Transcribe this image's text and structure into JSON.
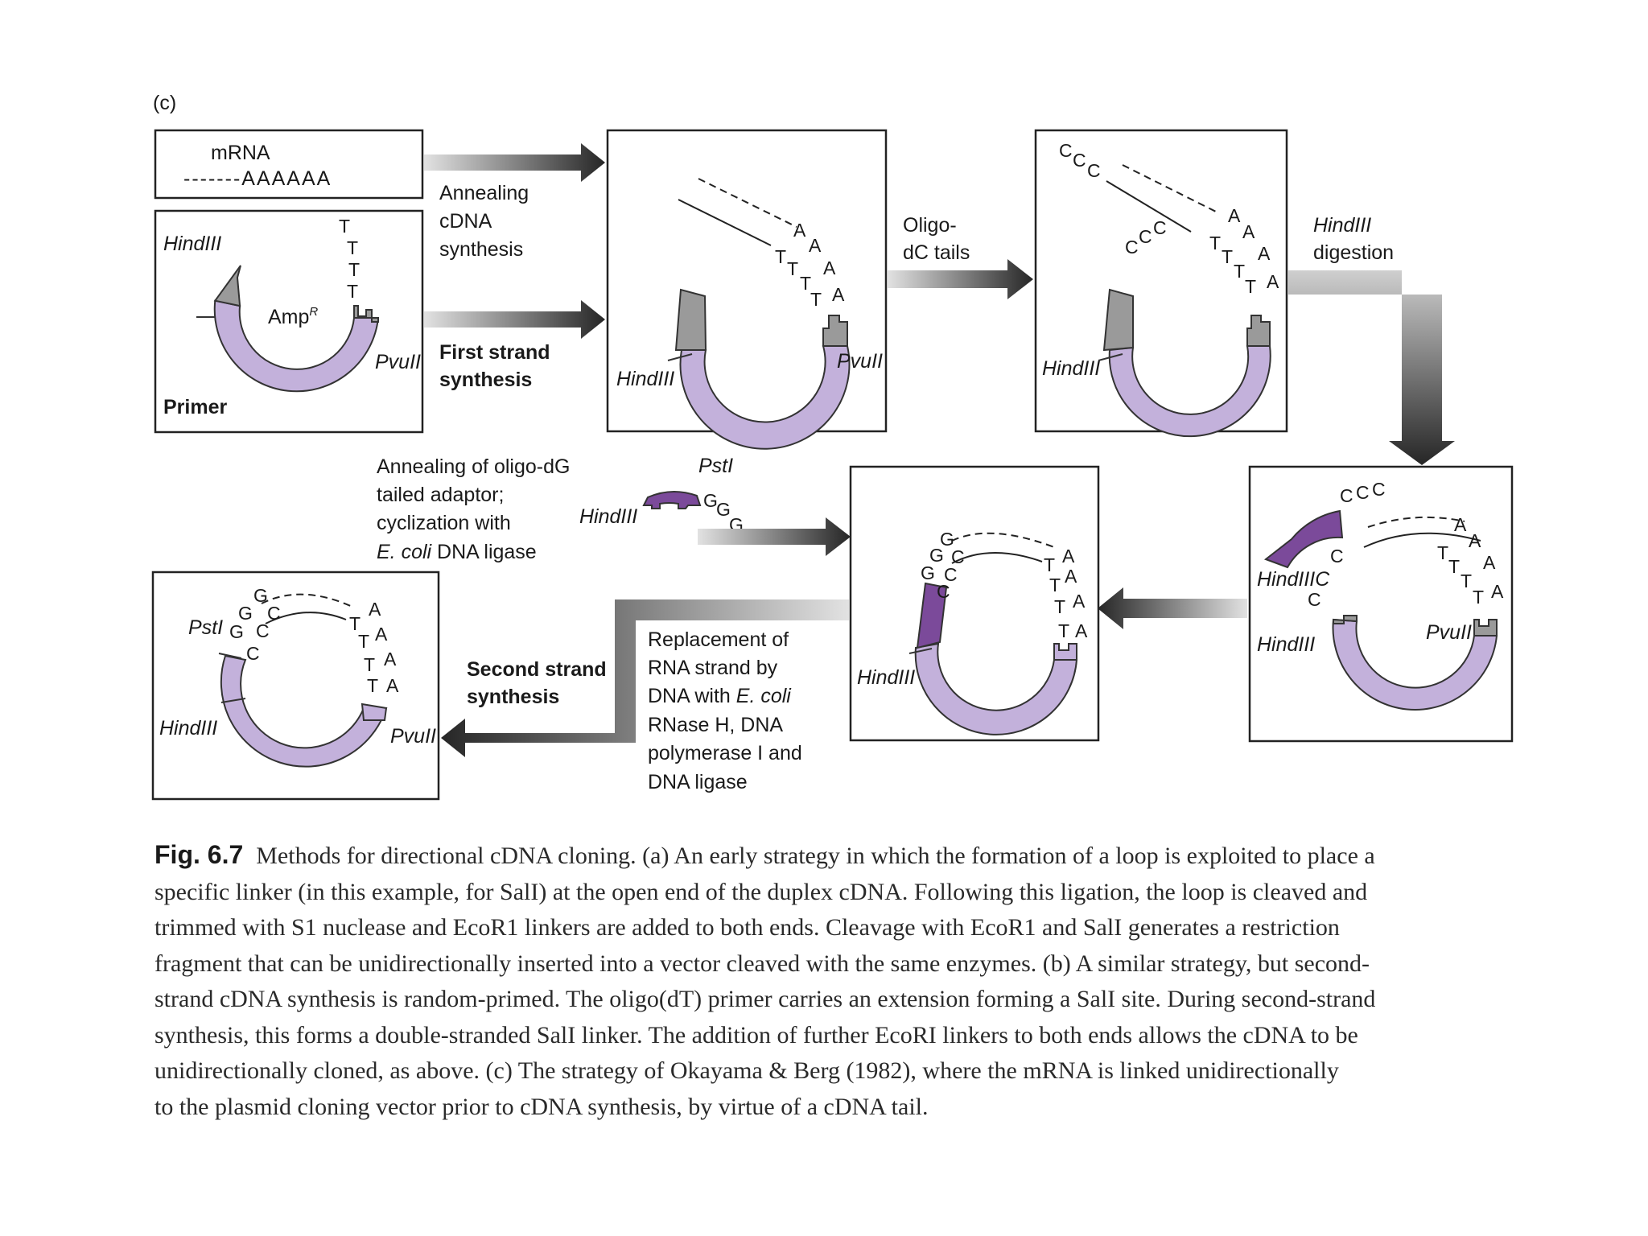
{
  "panel_label": "(c)",
  "labels": {
    "mrna": "mRNA",
    "poly_a": "-------AAAAAA",
    "hindiii": "HindIII",
    "pvuii": "PvuII",
    "psti": "PstI",
    "ampr": "Amp",
    "ampr_sup": "R",
    "primer": "Primer",
    "hindiiic": "HindIIIC"
  },
  "steps": {
    "annealing_1": "Annealing",
    "annealing_2": "cDNA",
    "annealing_3": "synthesis",
    "first_1": "First strand",
    "first_2": "synthesis",
    "oligo_1": "Oligo-",
    "oligo_2": "dC tails",
    "hind_1": "HindIII",
    "hind_2": "digestion",
    "adaptor_1": "Annealing of oligo-dG",
    "adaptor_2": "tailed adaptor;",
    "adaptor_3": "cyclization with",
    "adaptor_4": "E. coli",
    "adaptor_4b": " DNA ligase",
    "replace_1": "Replacement of",
    "replace_2": "RNA strand by",
    "replace_3": "DNA with ",
    "replace_3b": "E. coli",
    "replace_4": "RNase H, DNA",
    "replace_5": "polymerase I and",
    "replace_6": "DNA ligase",
    "second_1": "Second strand",
    "second_2": "synthesis"
  },
  "nucleotides": {
    "T": "T",
    "A": "A",
    "C": "C",
    "G": "G"
  },
  "colors": {
    "vector": "#c3b1db",
    "gray": "#9a9a9a",
    "adaptor": "#7b4a9a",
    "arrow_dark": "#2a2a2a",
    "arrow_light": "#dcdcdc"
  },
  "caption": {
    "fig_number": "Fig. 6.7",
    "lines": [
      "Methods for directional cDNA cloning. (a) An early strategy in which the formation of a loop is exploited to place a",
      "specific linker (in this example, for SalI) at the open end of the duplex cDNA. Following this ligation, the loop is cleaved and",
      "trimmed with S1 nuclease and EcoR1 linkers are added to both ends. Cleavage with EcoR1 and SalI generates a restriction",
      "fragment that can be unidirectionally inserted into a vector cleaved with the same enzymes. (b) A similar strategy, but second-",
      "strand cDNA synthesis is random-primed. The oligo(dT) primer carries an extension forming a SalI site. During second-strand",
      "synthesis, this forms a double-stranded SalI linker. The addition of further EcoRI linkers to both ends allows the cDNA to be",
      "unidirectionally cloned, as above. (c) The strategy of Okayama & Berg (1982), where the mRNA is linked unidirectionally",
      "to the plasmid cloning vector prior to cDNA synthesis, by virtue of a cDNA tail."
    ]
  }
}
